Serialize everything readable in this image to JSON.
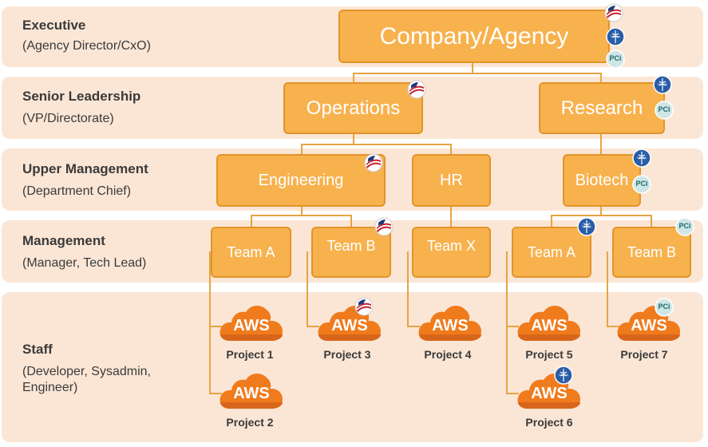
{
  "tiers": [
    {
      "title": "Executive",
      "subtitle": "(Agency Director/CxO)"
    },
    {
      "title": "Senior Leadership",
      "subtitle": "(VP/Directorate)"
    },
    {
      "title": "Upper Management",
      "subtitle": "(Department Chief)"
    },
    {
      "title": "Management",
      "subtitle": "(Manager, Tech Lead)"
    },
    {
      "title": "Staff",
      "subtitle": "(Developer, Sysadmin, Engineer)"
    }
  ],
  "nodes": {
    "company": "Company/Agency",
    "operations": "Operations",
    "research": "Research",
    "engineering": "Engineering",
    "hr": "HR",
    "biotech": "Biotech",
    "team_a_eng": "Team A",
    "team_b_eng": "Team B",
    "team_x": "Team X",
    "team_a_bio": "Team A",
    "team_b_bio": "Team B"
  },
  "cloud_label": "AWS",
  "projects": [
    "Project 1",
    "Project 2",
    "Project 3",
    "Project 4",
    "Project 5",
    "Project 6",
    "Project 7"
  ],
  "badges": {
    "pci_label": "PCi",
    "hipaa_label": "HIPAA"
  },
  "colors": {
    "band": "#fbe6d6",
    "box_fill": "#f7b24e",
    "box_border": "#e29428",
    "aws_cloud": "#f07b1d",
    "connector": "#e6a443"
  }
}
